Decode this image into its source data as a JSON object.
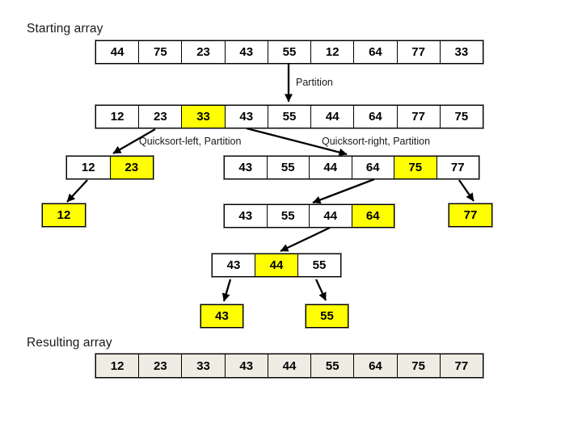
{
  "labels": {
    "starting": "Starting array",
    "resulting": "Resulting array",
    "partition": "Partition",
    "quicksort_left": "Quicksort-left, Partition",
    "quicksort_right": "Quicksort-right, Partition"
  },
  "colors": {
    "highlight_yellow": "#ffff00",
    "cell_white": "#ffffff",
    "result_fill": "#efece3",
    "line_black": "#000000"
  },
  "arrays": {
    "start": {
      "values": [
        "44",
        "75",
        "23",
        "43",
        "55",
        "12",
        "64",
        "77",
        "33"
      ],
      "highlight": []
    },
    "partitioned": {
      "values": [
        "12",
        "23",
        "33",
        "43",
        "55",
        "44",
        "64",
        "77",
        "75"
      ],
      "highlight": [
        2
      ]
    },
    "left1": {
      "values": [
        "12",
        "23"
      ],
      "highlight": [
        1
      ]
    },
    "right1": {
      "values": [
        "43",
        "55",
        "44",
        "64",
        "75",
        "77"
      ],
      "highlight": [
        4
      ]
    },
    "left_leaf12": {
      "values": [
        "12"
      ],
      "highlight": [
        0
      ]
    },
    "right2": {
      "values": [
        "43",
        "55",
        "44",
        "64"
      ],
      "highlight": [
        3
      ]
    },
    "leaf77": {
      "values": [
        "77"
      ],
      "highlight": [
        0
      ]
    },
    "mid3": {
      "values": [
        "43",
        "44",
        "55"
      ],
      "highlight": [
        1
      ]
    },
    "leaf43": {
      "values": [
        "43"
      ],
      "highlight": [
        0
      ]
    },
    "leaf55": {
      "values": [
        "55"
      ],
      "highlight": [
        0
      ]
    },
    "result": {
      "values": [
        "12",
        "23",
        "33",
        "43",
        "44",
        "55",
        "64",
        "75",
        "77"
      ],
      "highlight": [],
      "fill": "#efece3"
    }
  }
}
